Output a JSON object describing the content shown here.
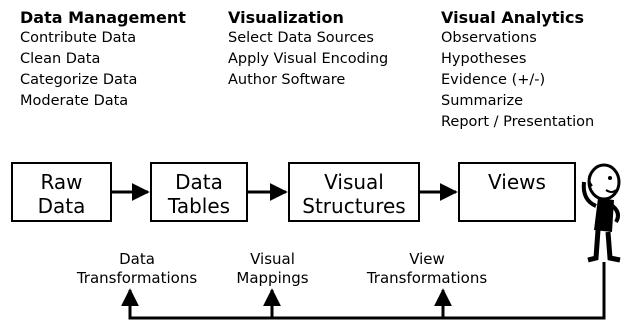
{
  "columns": [
    {
      "title": "Data Management",
      "items": [
        "Contribute Data",
        "Clean Data",
        "Categorize Data",
        "Moderate Data"
      ]
    },
    {
      "title": "Visualization",
      "items": [
        "Select Data Sources",
        "Apply Visual Encoding",
        "Author Software"
      ]
    },
    {
      "title": "Visual Analytics",
      "items": [
        "Observations",
        "Hypotheses",
        "Evidence (+/-)",
        "Summarize",
        "Report / Presentation"
      ]
    }
  ],
  "pipeline": {
    "boxes": [
      {
        "line1": "Raw",
        "line2": "Data"
      },
      {
        "line1": "Data",
        "line2": "Tables"
      },
      {
        "line1": "Visual",
        "line2": "Structures"
      },
      {
        "line1": "Views",
        "line2": ""
      }
    ],
    "transformations": [
      {
        "line1": "Data",
        "line2": "Transformations"
      },
      {
        "line1": "Visual",
        "line2": "Mappings"
      },
      {
        "line1": "View",
        "line2": "Transformations"
      }
    ]
  },
  "icons": {
    "user_figure": "thinking-person-icon"
  }
}
